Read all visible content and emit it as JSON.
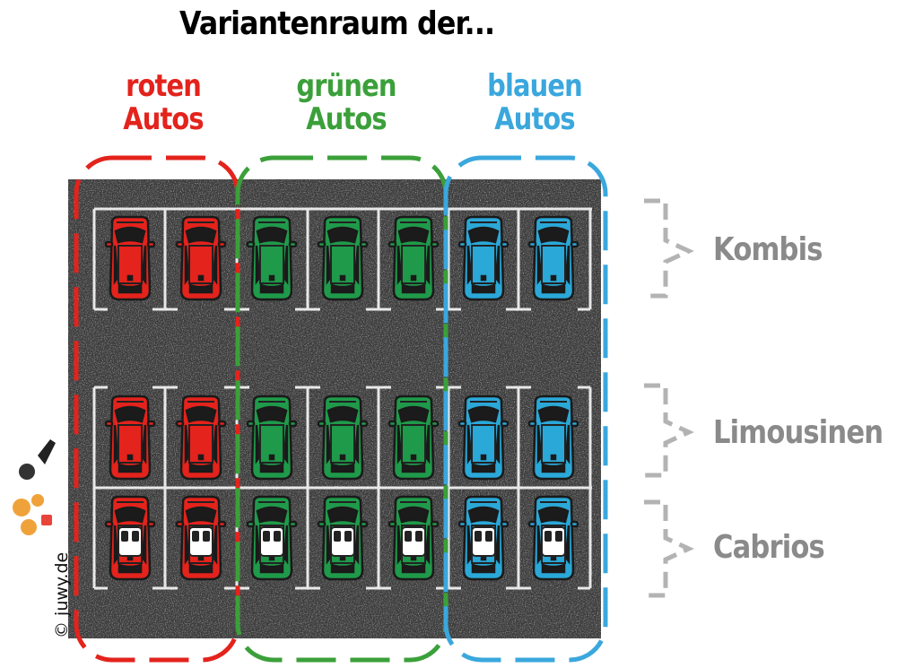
{
  "title": "Variantenraum der...",
  "groups": [
    {
      "line1": "roten",
      "line2": "Autos",
      "color": "#e3231c"
    },
    {
      "line1": "grünen",
      "line2": "Autos",
      "color": "#3ba03a"
    },
    {
      "line1": "blauen",
      "line2": "Autos",
      "color": "#3aa7dd"
    }
  ],
  "rows": [
    {
      "label": "Kombis"
    },
    {
      "label": "Limousinen"
    },
    {
      "label": "Cabrios"
    }
  ],
  "credit": "© juwy.de",
  "colors": {
    "red": "#e3231c",
    "green": "#1f9a4a",
    "blue": "#2aa8d8",
    "asphalt": "#3b3b3b",
    "brace": "#b3b3b3",
    "row_label": "#8a8a8a"
  },
  "layout": {
    "car_colors": [
      "red",
      "red",
      "green",
      "green",
      "green",
      "blue",
      "blue"
    ]
  }
}
